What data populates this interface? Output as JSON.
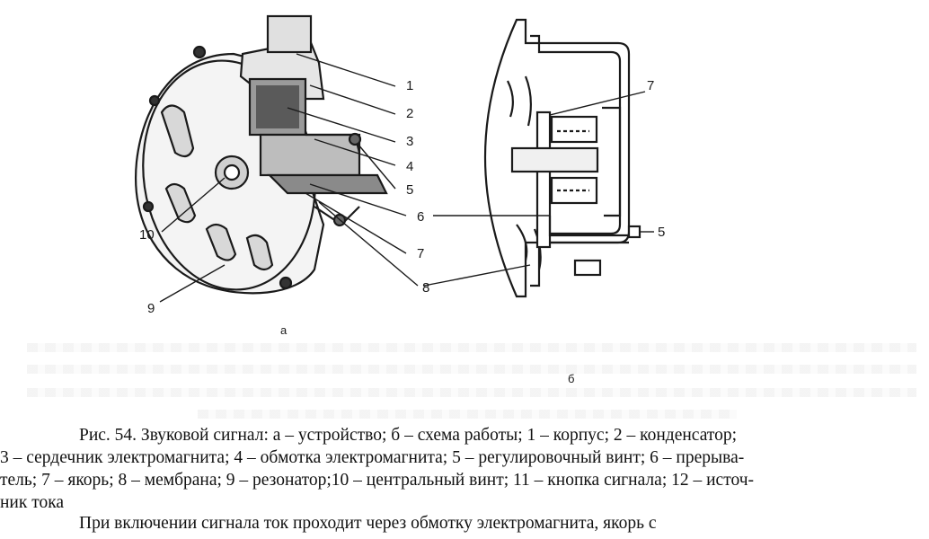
{
  "figure": {
    "callouts_a": [
      "1",
      "2",
      "3",
      "4",
      "5",
      "6",
      "7",
      "8",
      "9",
      "10"
    ],
    "callouts_b": [
      "7",
      "5",
      "8"
    ],
    "sublabel_a": "а",
    "sublabel_b": "б"
  },
  "caption": {
    "line1": "Рис. 54. Звуковой сигнал: а – устройство; б – схема работы; 1 – корпус; 2 – конденсатор;",
    "line2": "3 – сердечник электромагнита; 4 – обмотка электромагнита; 5 – регулировочный винт; 6 – прерыва-",
    "line3": "тель; 7 – якорь; 8 – мембрана; 9 – резонатор;10 – центральный винт; 11 – кнопка сигнала; 12 – источ-",
    "line4": "ник тока"
  },
  "next_text": "При включении сигнала ток проходит через обмотку электромагнита, якорь с"
}
